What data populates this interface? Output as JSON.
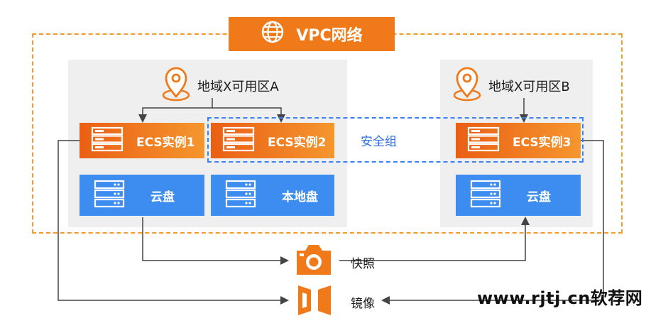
{
  "vpc": {
    "title": "VPC网络",
    "icon": "globe-icon"
  },
  "zone_a": {
    "label": "地域X可用区A"
  },
  "zone_b": {
    "label": "地域X可用区B"
  },
  "instances": {
    "ecs1": "ECS实例1",
    "ecs2": "ECS实例2",
    "ecs3": "ECS实例3"
  },
  "disks": {
    "cloud_a": "云盘",
    "local": "本地盘",
    "cloud_b": "云盘"
  },
  "security_group": {
    "label": "安全组"
  },
  "snapshot": {
    "label": "快照",
    "icon": "camera-icon"
  },
  "image": {
    "label": "镜像",
    "icon": "mirror-icon"
  },
  "watermark": "www.rjtj.cn软荐网",
  "colors": {
    "orange": "#f07a1a",
    "blue": "#3d8cf0",
    "zone_bg": "#efefef",
    "dashed_orange": "#f39a2c",
    "dashed_blue": "#3b82f0"
  }
}
